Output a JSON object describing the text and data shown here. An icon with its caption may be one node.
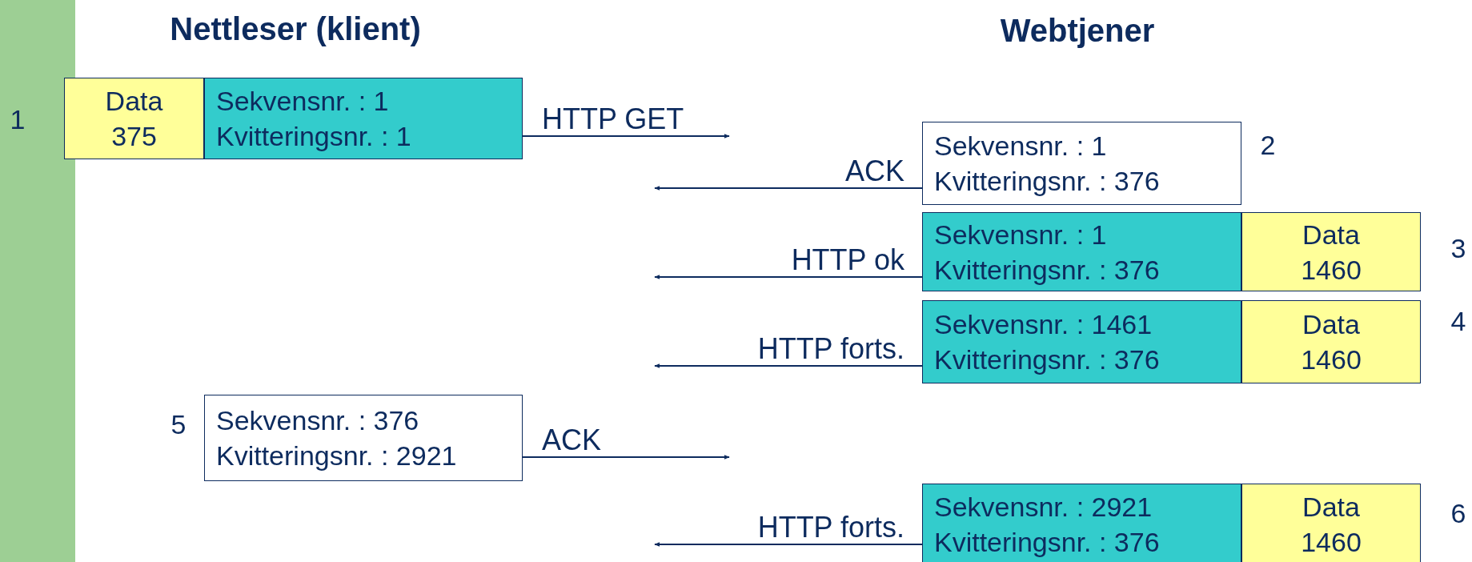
{
  "diagram": {
    "nodes": [
      {
        "text": [
          "Data",
          "375"
        ]
      },
      {
        "text": [
          "Sekvensnr. : 1",
          "Kvitteringsnr. : 1"
        ]
      },
      {
        "text": [
          "Sekvensnr. : 1",
          "Kvitteringsnr. : 376"
        ]
      },
      {
        "text": [
          "Sekvensnr. : 1",
          "Kvitteringsnr. : 376"
        ]
      },
      {
        "text": [
          "Data",
          "1460"
        ]
      },
      {
        "text": [
          "Sekvensnr. : 1461",
          "Kvitteringsnr. : 376"
        ]
      },
      {
        "text": [
          "Data",
          "1460"
        ]
      },
      {
        "text": [
          "Sekvensnr. : 376",
          "Kvitteringsnr. : 2921"
        ]
      },
      {
        "text": [
          "Sekvensnr. : 2921",
          "Kvitteringsnr. : 376"
        ]
      },
      {
        "text": [
          "Data",
          "1460"
        ]
      }
    ],
    "edges": [
      {
        "from": 1,
        "to": null,
        "arrow": "to",
        "label": "HTTP GET"
      },
      {
        "from": 2,
        "to": null,
        "arrow": "to",
        "label": "ACK"
      },
      {
        "from": 3,
        "to": null,
        "arrow": "to",
        "label": "HTTP ok"
      },
      {
        "from": 5,
        "to": null,
        "arrow": "to",
        "label": "HTTP forts."
      },
      {
        "from": 7,
        "to": null,
        "arrow": "to",
        "label": "ACK"
      },
      {
        "from": 8,
        "to": null,
        "arrow": "to",
        "label": "HTTP forts."
      }
    ],
    "labels": [
      "Nettleser (klient)",
      "Webtjener",
      "1",
      "2",
      "3",
      "4",
      "5",
      "6"
    ]
  }
}
